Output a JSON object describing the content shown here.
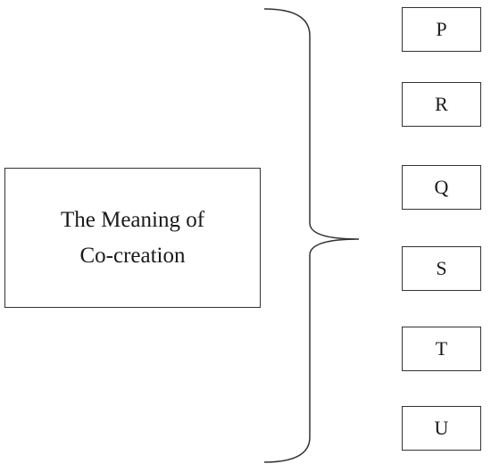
{
  "main_concept": {
    "line1": "The Meaning of",
    "line2": "Co-creation"
  },
  "items": [
    {
      "label": "P"
    },
    {
      "label": "R"
    },
    {
      "label": "Q"
    },
    {
      "label": "S"
    },
    {
      "label": "T"
    },
    {
      "label": "U"
    }
  ],
  "colors": {
    "border": "#333333",
    "text": "#1a1a1a",
    "background": "#ffffff"
  }
}
